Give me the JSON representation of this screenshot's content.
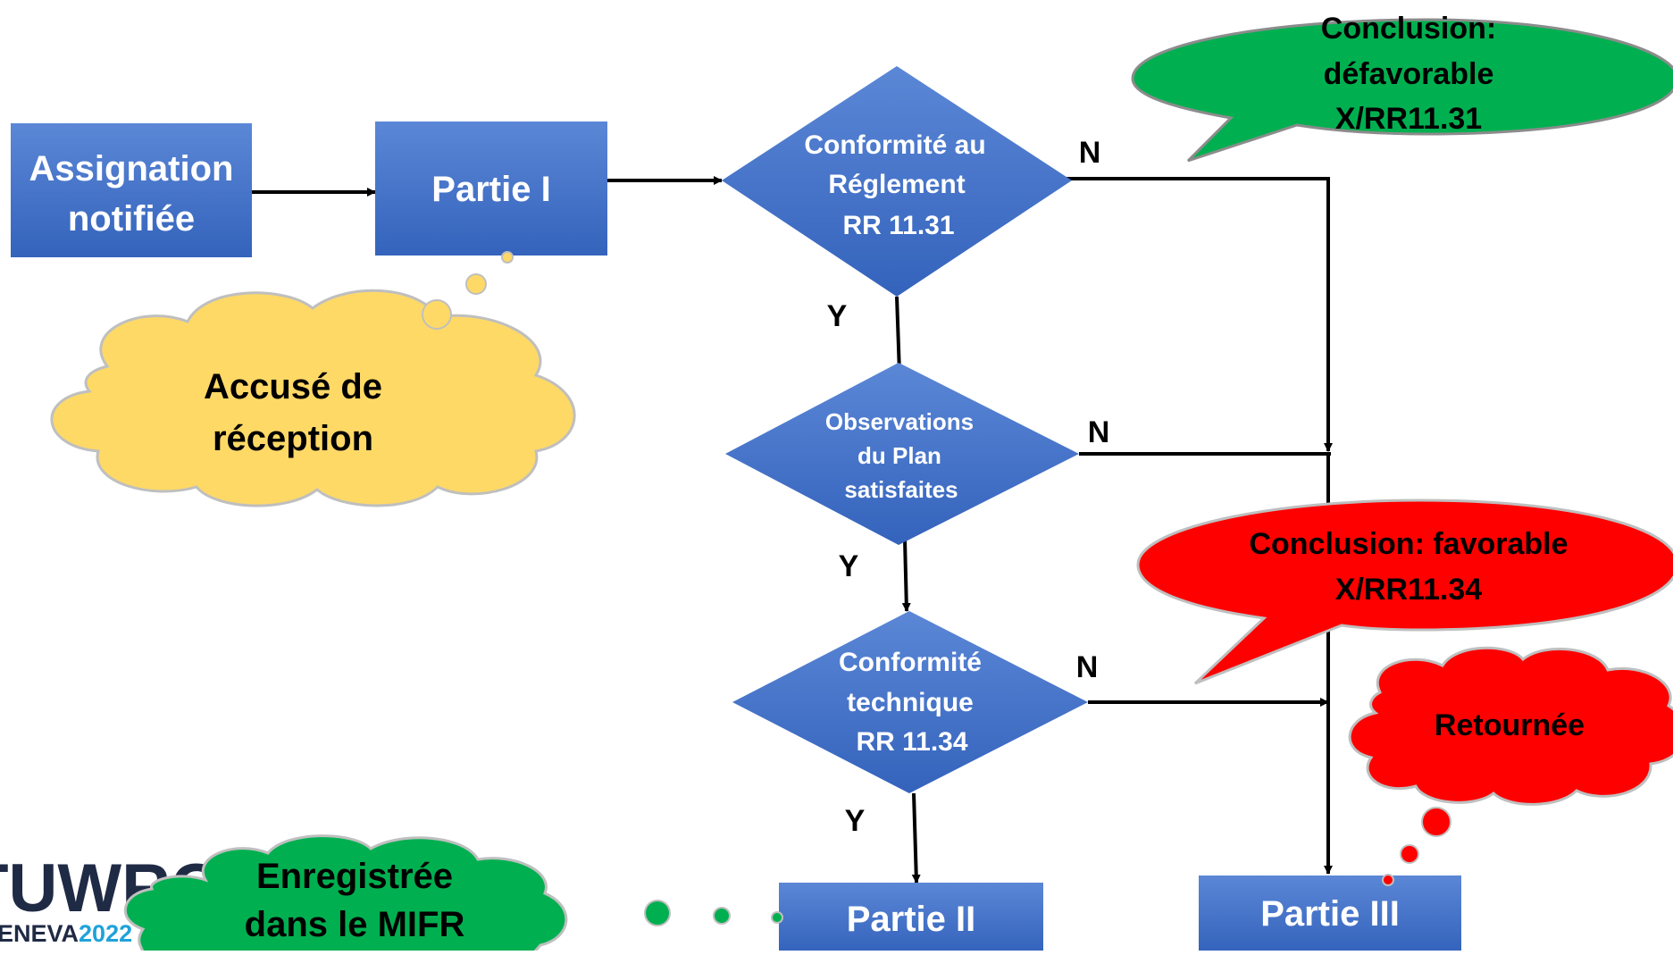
{
  "boxes": {
    "assignation": [
      "Assignation",
      "notifiée"
    ],
    "partie_1": "Partie I",
    "partie_2": "Partie II",
    "partie_3": "Partie III"
  },
  "decisions": {
    "reglement": [
      "Conformité au",
      "Réglement",
      "RR 11.31"
    ],
    "plan": [
      "Observations",
      "du Plan",
      "satisfaites"
    ],
    "technique": [
      "Conformité",
      "technique",
      "RR 11.34"
    ]
  },
  "branch_labels": {
    "no": "N",
    "yes": "Y"
  },
  "callouts": {
    "defavorable": [
      "Conclusion:",
      "défavorable",
      "X/RR11.31"
    ],
    "favorable": [
      "Conclusion: favorable",
      "X/RR11.34"
    ]
  },
  "clouds": {
    "accuse": [
      "Accusé de",
      "réception"
    ],
    "retournee": "Retournée",
    "enregistree": [
      "Enregistrée",
      "dans le MIFR"
    ]
  },
  "logo": {
    "main": "ITUWRC",
    "sub_prefix": "GENEVA",
    "sub_year": "2022"
  },
  "colors": {
    "box_blue": "#4472C4",
    "green": "#00B050",
    "red": "#FF0000",
    "yellow": "#FFD966"
  }
}
